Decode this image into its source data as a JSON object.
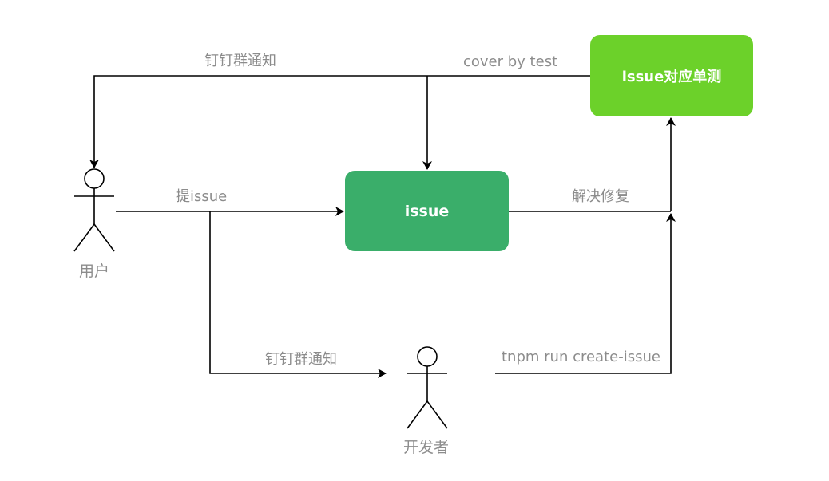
{
  "nodes": {
    "issue": {
      "label": "issue",
      "color": "#3aae6a"
    },
    "issue_test": {
      "label": "issue对应单测",
      "color": "#6cd12a"
    }
  },
  "actors": {
    "user": {
      "label": "用户"
    },
    "developer": {
      "label": "开发者"
    }
  },
  "edges": {
    "notify_user": {
      "label": "钉钉群通知"
    },
    "cover_by_test": {
      "label": "cover by test"
    },
    "submit_issue": {
      "label": "提issue"
    },
    "fix": {
      "label": "解决修复"
    },
    "notify_developer": {
      "label": "钉钉群通知"
    },
    "create_issue_cmd": {
      "label": "tnpm run create-issue"
    }
  },
  "colors": {
    "line": "#000000",
    "label_text": "#8c8c8c",
    "background": "#ffffff"
  }
}
